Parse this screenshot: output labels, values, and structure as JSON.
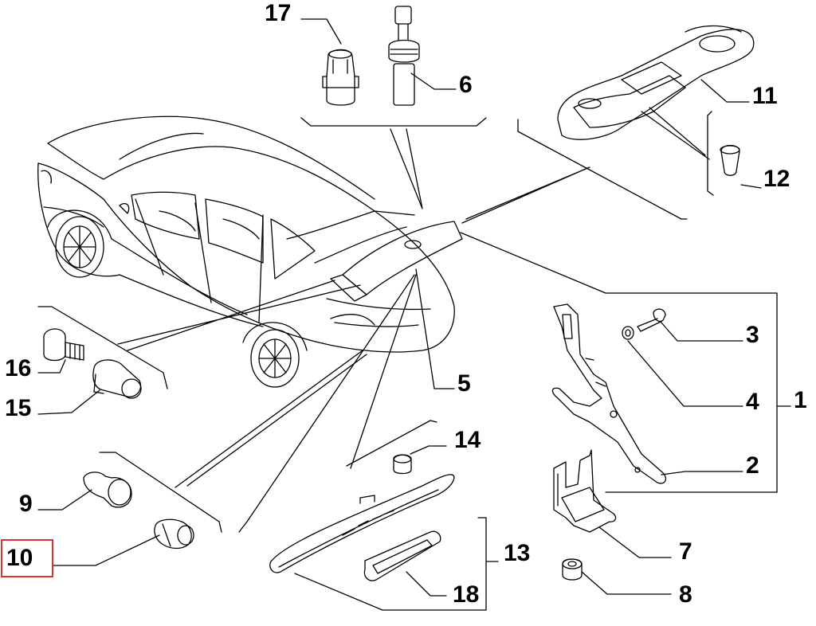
{
  "labels": {
    "p1": "1",
    "p2": "2",
    "p3": "3",
    "p4": "4",
    "p5": "5",
    "p6": "6",
    "p7": "7",
    "p8": "8",
    "p9": "9",
    "p10": "10",
    "p11": "11",
    "p12": "12",
    "p13": "13",
    "p14": "14",
    "p15": "15",
    "p16": "16",
    "p17": "17",
    "p18": "18"
  },
  "highlighted_label": "10",
  "colors": {
    "line": "#000000",
    "highlight": "#e03030",
    "background": "#ffffff"
  }
}
